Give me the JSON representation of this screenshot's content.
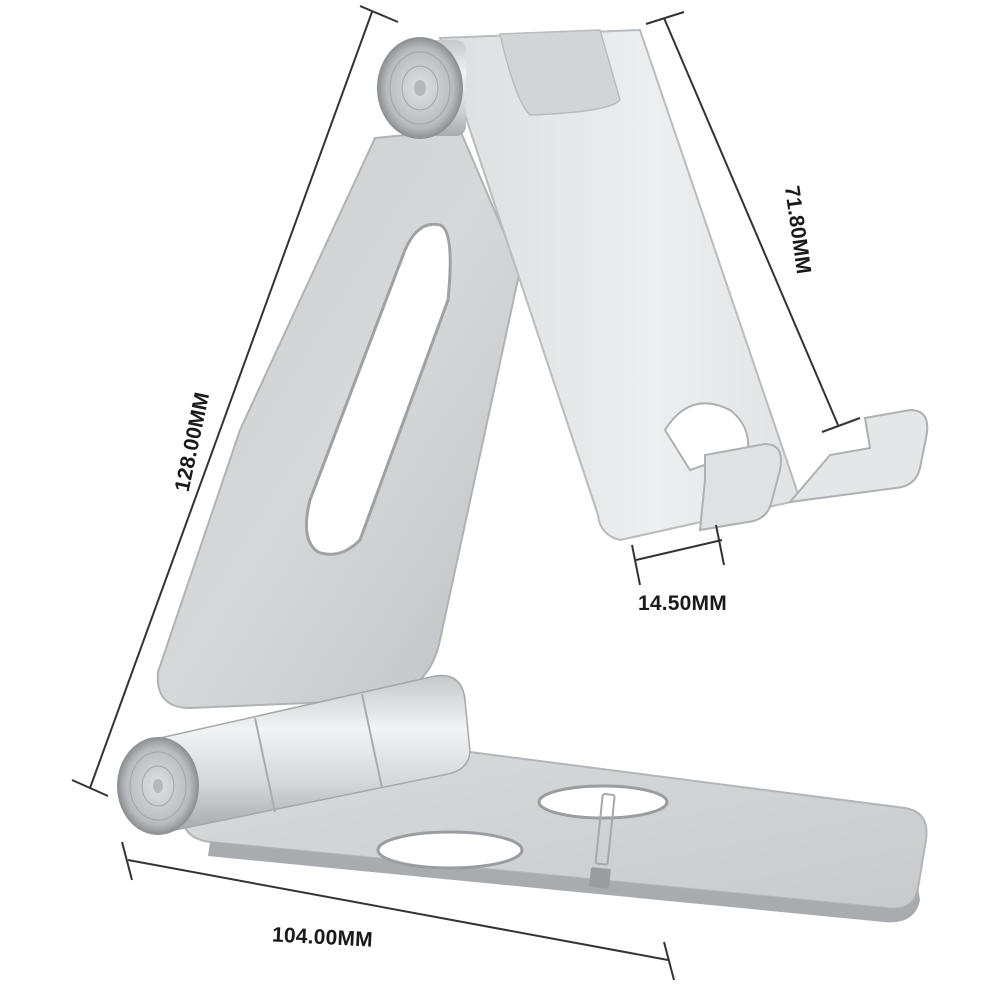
{
  "image": {
    "subject": "foldable aluminum phone stand",
    "colors": {
      "background": "#ffffff",
      "metal_light": "#e9eaeb",
      "metal_mid": "#cfd1d3",
      "metal_dark": "#a9acaf",
      "dimension_line": "#333333",
      "text": "#1a1a1a"
    },
    "icons": [
      "brand-logo-icon"
    ]
  },
  "dimensions": {
    "height": "128.00MM",
    "back_height": "71.80MM",
    "lip_width": "14.50MM",
    "base_width": "104.00MM"
  }
}
